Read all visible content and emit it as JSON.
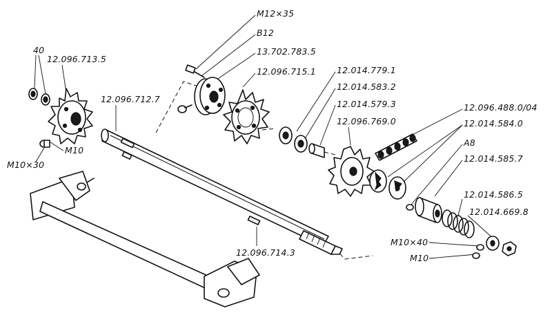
{
  "labels": {
    "m12x35": "M12×35",
    "b12": "B12",
    "p13_702_783_5": "13.702.783.5",
    "p12_096_715_1": "12.096.715.1",
    "p40": "40",
    "p12_096_713_5": "12.096.713.5",
    "p12_096_712_7": "12.096.712.7",
    "p12_014_779_1": "12.014.779.1",
    "p12_014_583_2": "12.014.583.2",
    "p12_014_579_3": "12.014.579.3",
    "p12_096_769_0": "12.096.769.0",
    "p12_096_488_0_04": "12.096.488.0/04",
    "p12_014_584_0": "12.014.584.0",
    "a8": "A8",
    "p12_014_585_7": "12.014.585.7",
    "p12_014_586_5": "12.014.586.5",
    "p12_014_669_8": "12.014.669.8",
    "m10x40": "M10×40",
    "m10_right": "M10",
    "m10x30": "M10×30",
    "m10_left": "M10",
    "p12_096_714_3": "12.096.714.3"
  }
}
